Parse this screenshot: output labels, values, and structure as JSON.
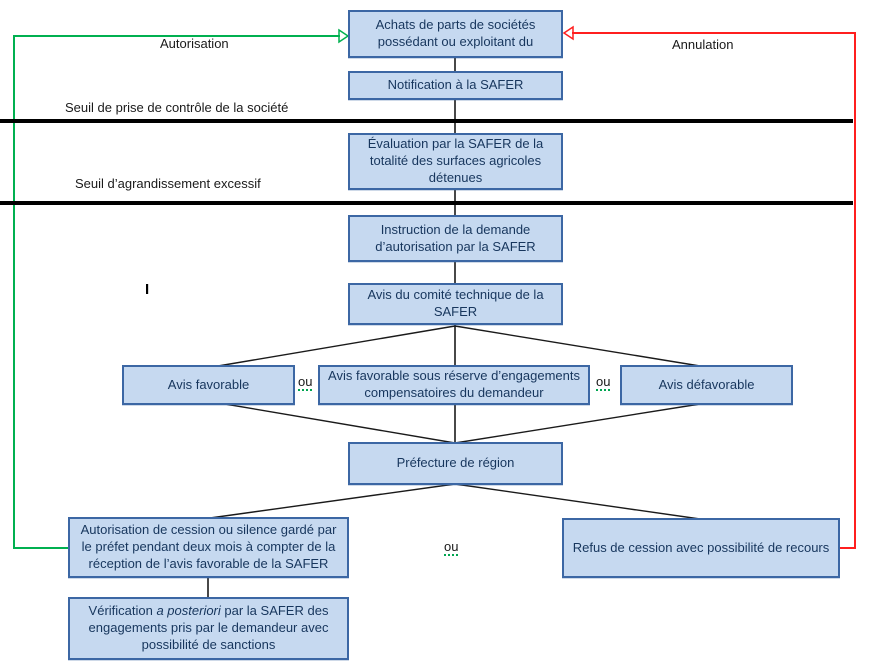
{
  "diagram": {
    "title_context": "Processus SAFER - contrôle des achats de parts de sociétés",
    "nodes": {
      "achats": {
        "label": "Achats de parts de sociétés possédant ou exploitant du"
      },
      "notification": {
        "label": "Notification à la SAFER"
      },
      "evaluation": {
        "label": "Évaluation par la SAFER de la totalité des surfaces agricoles détenues"
      },
      "instruction": {
        "label": "Instruction de la demande d’autorisation par la SAFER"
      },
      "avis_comite": {
        "label": "Avis du comité technique de la SAFER"
      },
      "avis_favorable": {
        "label": "Avis favorable"
      },
      "avis_reserve": {
        "label": "Avis favorable sous réserve d’engagements compensatoires du demandeur"
      },
      "avis_defavorable": {
        "label": "Avis défavorable"
      },
      "prefecture": {
        "label": "Préfecture de région"
      },
      "autorisation_cession": {
        "label": "Autorisation de cession ou silence gardé par le préfet pendant deux mois à compter de la réception de l’avis favorable de la SAFER"
      },
      "refus": {
        "label": "Refus de cession avec possibilité de recours"
      },
      "verification": {
        "prefix": "Vérification ",
        "italic": "a posteriori",
        "suffix": " par la SAFER des engagements pris par le demandeur avec possibilité de sanctions"
      }
    },
    "edge_labels": {
      "autorisation": "Autorisation",
      "annulation": "Annulation",
      "ou": "ou"
    },
    "thresholds": {
      "seuil_controle": "Seuil de prise de contrôle de la société",
      "seuil_agrandissement": "Seuil d’agrandissement excessif"
    },
    "stray_mark": "I",
    "colors": {
      "box_fill": "#c6d9f0",
      "box_border": "#3c67a4",
      "autorisation_green": "#00b050",
      "annulation_red": "#ff1f1f",
      "threshold_black": "#000000"
    }
  }
}
